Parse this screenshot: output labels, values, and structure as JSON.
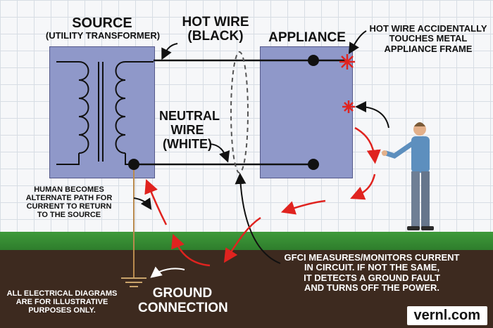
{
  "source_label": "SOURCE",
  "source_sub": "(UTILITY TRANSFORMER)",
  "hot_wire_label": "HOT WIRE",
  "hot_wire_sub": "(BLACK)",
  "appliance_label": "APPLIANCE",
  "fault_note": [
    "HOT WIRE ACCIDENTALLY",
    "TOUCHES METAL",
    "APPLIANCE FRAME"
  ],
  "neutral_label": [
    "NEUTRAL",
    "WIRE",
    "(WHITE)"
  ],
  "human_note": [
    "HUMAN BECOMES",
    "ALTERNATE PATH FOR",
    "CURRENT TO RETURN",
    "TO THE SOURCE"
  ],
  "gfci_note": [
    "GFCI MEASURES/MONITORS CURRENT",
    "IN CIRCUIT. IF NOT THE SAME,",
    "IT DETECTS A GROUND FAULT",
    "AND TURNS OFF THE POWER."
  ],
  "ground_label": [
    "GROUND",
    "CONNECTION"
  ],
  "disclaimer": [
    "ALL ELECTRICAL DIAGRAMS",
    "ARE FOR ILLUSTRATIVE",
    "PURPOSES ONLY."
  ],
  "watermark": "vernl.com",
  "colors": {
    "box": "#8f98c9",
    "arrow_red": "#e0231f",
    "grass": "#3f9a3a",
    "soil": "#3d2a1f"
  }
}
